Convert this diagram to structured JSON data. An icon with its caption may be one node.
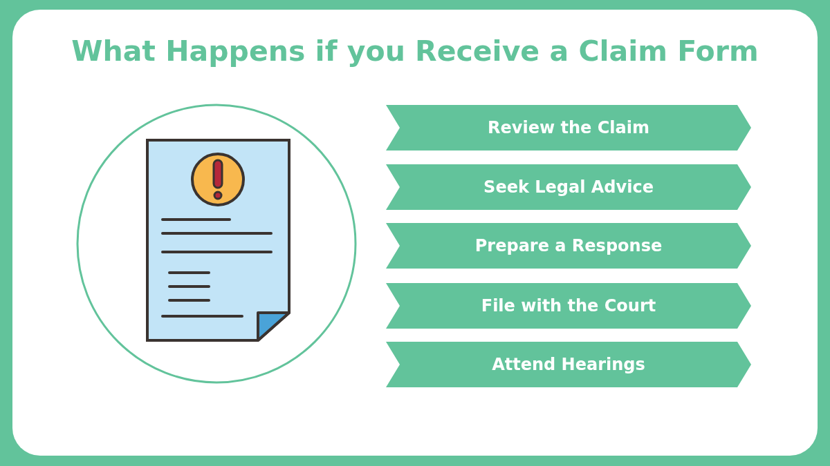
{
  "diagram": {
    "title": "What Happens if you Receive a Claim Form",
    "nodes": [
      {
        "text": [],
        "shape": "picture"
      },
      {
        "text": [
          "Review the Claim"
        ]
      },
      {
        "text": [
          "Seek Legal Advice"
        ]
      },
      {
        "text": [
          "Prepare a Response"
        ]
      },
      {
        "text": [
          "File with the Court"
        ]
      },
      {
        "text": [
          "Attend Hearings"
        ]
      }
    ]
  }
}
